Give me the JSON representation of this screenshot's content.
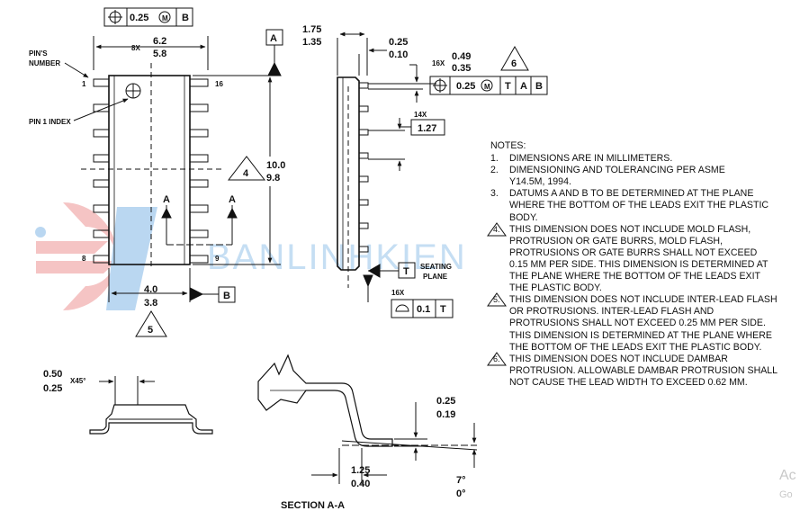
{
  "top_view": {
    "tolerance_frame": {
      "value": "0.25",
      "modifier": "M",
      "datum": "B"
    },
    "pins_label": "PIN'S\nNUMBER",
    "pin1_index_label": "PIN 1 INDEX",
    "pin_first": "1",
    "pin_last_top": "16",
    "pin_8": "8",
    "pin_9": "9",
    "width_qty": "8X",
    "width_max": "6.2",
    "width_min": "5.8",
    "datum_a": "A",
    "length_max": "10.0",
    "length_min": "9.8",
    "note4_ref": "4",
    "section_a_left": "A",
    "section_a_right": "A",
    "body_width_max": "4.0",
    "body_width_min": "3.8",
    "datum_b": "B",
    "note5_ref": "5"
  },
  "side_view": {
    "height_max": "1.75",
    "height_min": "1.35",
    "standoff_max": "0.25",
    "standoff_min": "0.10",
    "lead_qty": "16X",
    "lead_width_max": "0.49",
    "lead_width_min": "0.35",
    "note6_ref": "6",
    "lead_frame": {
      "value": "0.25",
      "modifier": "M",
      "datum1": "T",
      "datum2": "A",
      "datum3": "B"
    },
    "pitch_qty": "14X",
    "pitch": "1.27",
    "seating_datum": "T",
    "seating_label": "SEATING\nPLANE",
    "flat_qty": "16X",
    "flatness": {
      "value": "0.1",
      "datum": "T"
    }
  },
  "end_view": {
    "chamfer_max": "0.50",
    "chamfer_min": "0.25",
    "chamfer_angle": "X45°"
  },
  "section": {
    "title": "SECTION A-A",
    "thick_max": "0.25",
    "thick_min": "0.19",
    "foot_max": "1.25",
    "foot_min": "0.40",
    "angle_max": "7°",
    "angle_min": "0°"
  },
  "notes": {
    "title": "NOTES:",
    "items": [
      {
        "num": "1.",
        "text": "DIMENSIONS ARE IN MILLIMETERS."
      },
      {
        "num": "2.",
        "text": "DIMENSIONING AND TOLERANCING PER ASME\nY14.5M, 1994."
      },
      {
        "num": "3.",
        "text": "DATUMS A AND B TO BE DETERMINED AT THE PLANE\nWHERE THE BOTTOM OF THE LEADS EXIT THE PLASTIC\nBODY."
      }
    ],
    "tri_items": [
      {
        "num": "4.",
        "text": "THIS DIMENSION DOES NOT INCLUDE MOLD FLASH,\nPROTRUSION OR GATE BURRS, MOLD FLASH,\nPROTRUSIONS OR GATE BURRS SHALL NOT EXCEED\n0.15 MM PER SIDE. THIS DIMENSION IS DETERMINED AT\nTHE PLANE WHERE THE BOTTOM OF THE LEADS EXIT\nTHE PLASTIC BODY."
      },
      {
        "num": "5.",
        "text": "THIS DIMENSION DOES NOT INCLUDE INTER-LEAD FLASH\nOR PROTRUSIONS. INTER-LEAD FLASH AND\nPROTRUSIONS SHALL NOT EXCEED 0.25 MM PER SIDE.\nTHIS DIMENSION IS DETERMINED AT THE PLANE WHERE\nTHE BOTTOM OF THE LEADS EXIT THE PLASTIC BODY."
      },
      {
        "num": "6.",
        "text": "THIS DIMENSION DOES NOT INCLUDE DAMBAR\nPROTRUSION. ALLOWABLE DAMBAR PROTRUSION SHALL\nNOT CAUSE THE LEAD WIDTH TO EXCEED 0.62 MM."
      }
    ]
  },
  "watermark": "BANLINHKIEN",
  "corner_text": {
    "top": "Ac",
    "bottom": "Go"
  }
}
